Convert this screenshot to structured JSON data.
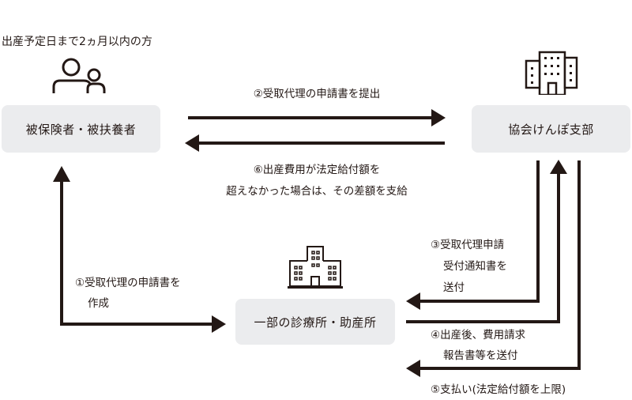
{
  "top_note": "出産予定日まで2ヵ月以内の方",
  "nodes": {
    "insured": {
      "label": "被保険者・被扶養者",
      "icon": "people-icon"
    },
    "kyokai": {
      "label": "協会けんぽ支部",
      "icon": "office-building-icon"
    },
    "clinic": {
      "label": "一部の診療所・助産所",
      "icon": "hospital-icon"
    }
  },
  "steps": {
    "s1": {
      "line1": "①受取代理の申請書を",
      "line2": "作成"
    },
    "s2": {
      "line1": "②受取代理の申請書を提出"
    },
    "s3": {
      "line1": "③受取代理申請",
      "line2": "受付通知書を",
      "line3": "送付"
    },
    "s4": {
      "line1": "④出産後、費用請求",
      "line2": "報告書等を送付"
    },
    "s5": {
      "line1": "⑤支払い(法定給付額を上限)"
    },
    "s6": {
      "line1": "⑥出産費用が法定給付額を",
      "line2": "超えなかった場合は、その差額を支給"
    }
  },
  "colors": {
    "line": "#231815",
    "box": "#ebecee",
    "text": "#231815"
  }
}
